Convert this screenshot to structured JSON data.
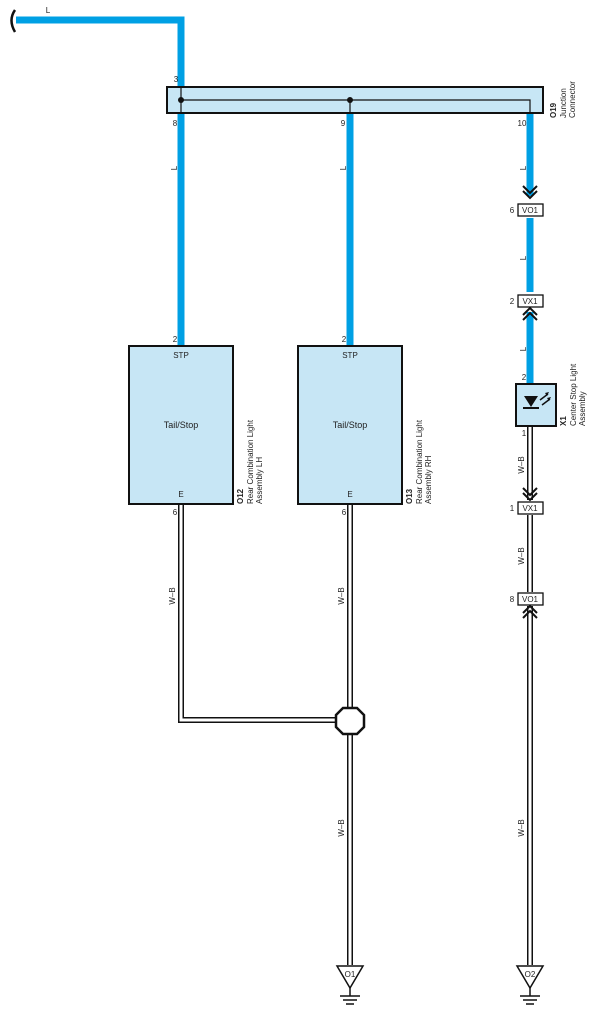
{
  "colors": {
    "blue_wire": "#00a0e4",
    "box_fill": "#c7e6f5",
    "stroke": "#111111",
    "white_wire": "#ffffff"
  },
  "top_wire": {
    "color_label": "L"
  },
  "junction": {
    "id": "O19",
    "name_line1": "Junction",
    "name_line2": "Connector",
    "pin_in": "3",
    "pin_a": "8",
    "pin_b": "9",
    "pin_c": "10"
  },
  "wire_labels": {
    "lh_upper": "L",
    "rh_upper": "L",
    "right_1": "L",
    "right_2": "L",
    "right_3": "L",
    "lh_lower": "W–B",
    "rh_lower": "W–B",
    "right_4": "W–B",
    "right_5": "W–B",
    "ground_rh": "W–B",
    "ground_right": "W–B"
  },
  "lamp_lh": {
    "id": "O12",
    "name_line1": "Rear Combination Light",
    "name_line2": "Assembly LH",
    "function": "Tail/Stop",
    "term_top": "STP",
    "term_bottom": "E",
    "pin_top": "2",
    "pin_bottom": "6"
  },
  "lamp_rh": {
    "id": "O13",
    "name_line1": "Rear Combination Light",
    "name_line2": "Assembly RH",
    "function": "Tail/Stop",
    "term_top": "STP",
    "term_bottom": "E",
    "pin_top": "2",
    "pin_bottom": "6"
  },
  "connectors": [
    {
      "name": "VO1",
      "pin": "6"
    },
    {
      "name": "VX1",
      "pin": "2"
    },
    {
      "name": "VX1",
      "pin": "1"
    },
    {
      "name": "VO1",
      "pin": "8"
    }
  ],
  "center_stop": {
    "id": "X1",
    "name_line1": "Center Stop Light",
    "name_line2": "Assembly",
    "pin_top": "2",
    "pin_bottom": "1"
  },
  "grounds": [
    {
      "name": "O1"
    },
    {
      "name": "O2"
    }
  ]
}
